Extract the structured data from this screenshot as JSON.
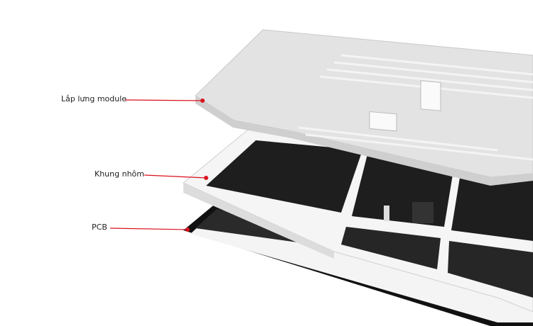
{
  "labels": {
    "back_cover": "Lắp lưng module",
    "frame": "Khung nhôm",
    "pcb": "PCB"
  },
  "colors": {
    "leader": "#d9111b",
    "plate": "#e4e4e4",
    "frame": "#f2f2f2",
    "pcb": "#1a1a1a"
  }
}
